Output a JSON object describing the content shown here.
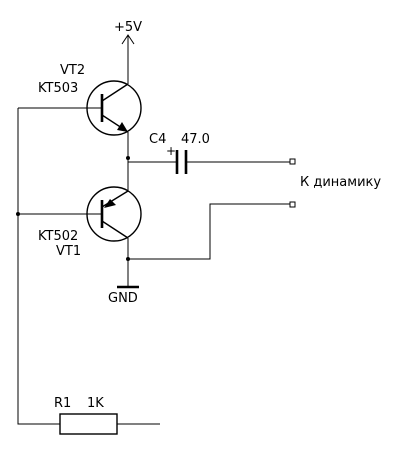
{
  "labels": {
    "supply": "+5V",
    "vt2_name": "VT2",
    "vt2_type": "KT503",
    "vt1_type": "KT502",
    "vt1_name": "VT1",
    "cap_name": "C4",
    "cap_value": "47.0",
    "cap_polarity": "+",
    "speaker": "К динамику",
    "ground": "GND",
    "res_name": "R1",
    "res_value": "1K"
  }
}
